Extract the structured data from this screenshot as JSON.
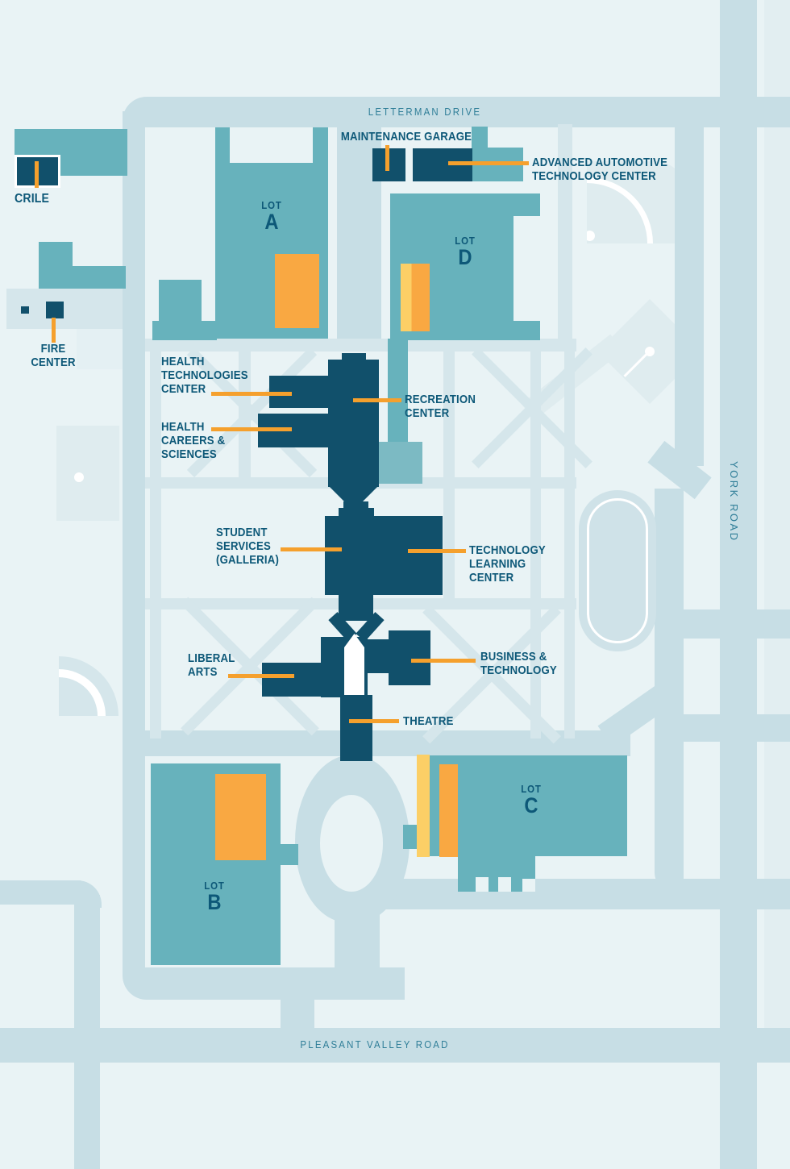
{
  "roads": {
    "letterman_drive": "LETTERMAN DRIVE",
    "york_road": "YORK ROAD",
    "pleasant_valley_road": "PLEASANT VALLEY ROAD"
  },
  "lots": {
    "a": {
      "prefix": "LOT",
      "letter": "A"
    },
    "b": {
      "prefix": "LOT",
      "letter": "B"
    },
    "c": {
      "prefix": "LOT",
      "letter": "C"
    },
    "d": {
      "prefix": "LOT",
      "letter": "D"
    }
  },
  "buildings": {
    "crile": {
      "label": "CRILE"
    },
    "fire_center": {
      "line1": "FIRE",
      "line2": "CENTER"
    },
    "maintenance_garage": {
      "label": "MAINTENANCE GARAGE"
    },
    "advanced_automotive_technology_center": {
      "line1": "ADVANCED AUTOMOTIVE",
      "line2": "TECHNOLOGY CENTER"
    },
    "health_technologies_center": {
      "line1": "HEALTH",
      "line2": "TECHNOLOGIES",
      "line3": "CENTER"
    },
    "health_careers_sciences": {
      "line1": "HEALTH",
      "line2": "CAREERS &",
      "line3": "SCIENCES"
    },
    "recreation_center": {
      "line1": "RECREATION",
      "line2": "CENTER"
    },
    "student_services": {
      "line1": "STUDENT",
      "line2": "SERVICES",
      "line3": "(GALLERIA)"
    },
    "technology_learning_center": {
      "line1": "TECHNOLOGY",
      "line2": "LEARNING",
      "line3": "CENTER"
    },
    "liberal_arts": {
      "line1": "LIBERAL",
      "line2": "ARTS"
    },
    "business_technology": {
      "line1": "BUSINESS &",
      "line2": "TECHNOLOGY"
    },
    "theatre": {
      "label": "THEATRE"
    }
  },
  "colors": {
    "background": "#e9f3f5",
    "road": "#c7dee5",
    "walkway": "#d5e6eb",
    "field": "#dfecef",
    "parking_teal": "#67b2bc",
    "building_navy": "#11506b",
    "label_text": "#0d5878",
    "road_text": "#2f7e98",
    "callout_orange": "#f5a02d",
    "bar_orange": "#f9a842",
    "bar_yellow": "#fccf66"
  }
}
